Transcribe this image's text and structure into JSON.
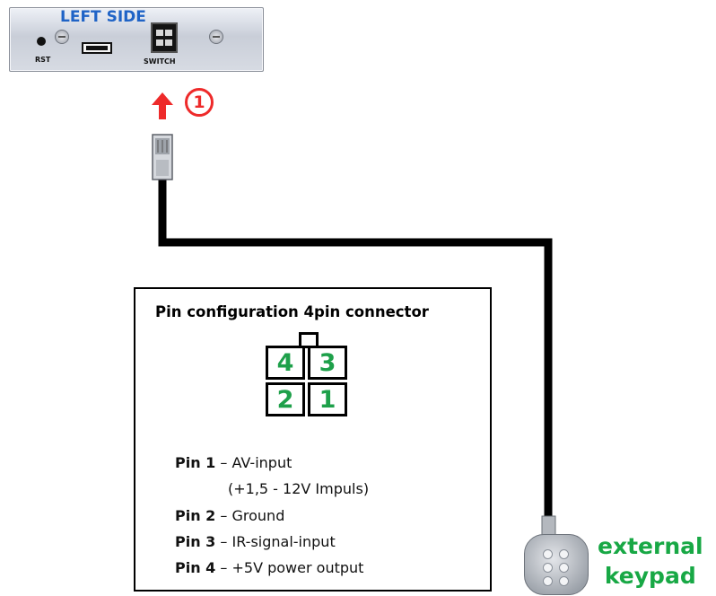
{
  "panel": {
    "title": "LEFT SIDE",
    "rst_label": "RST",
    "switch_label": "SWITCH"
  },
  "step": {
    "number": "1"
  },
  "pin_config": {
    "title": "Pin configuration 4pin connector",
    "connector_numbers": {
      "top_left": "4",
      "top_right": "3",
      "bottom_left": "2",
      "bottom_right": "1"
    },
    "pins": [
      {
        "name": "Pin 1",
        "desc": "– AV-input"
      },
      {
        "name": "",
        "desc": "(+1,5 - 12V Impuls)"
      },
      {
        "name": "Pin 2",
        "desc": "– Ground"
      },
      {
        "name": "Pin 3",
        "desc": "– IR-signal-input"
      },
      {
        "name": "Pin 4",
        "desc": "– +5V power output"
      }
    ]
  },
  "keypad": {
    "line1": "external",
    "line2": "keypad"
  },
  "colors": {
    "accent_blue": "#1f63c6",
    "pin_green": "#1ea04a",
    "label_green": "#18a845",
    "arrow_red": "#ee2a2a"
  }
}
